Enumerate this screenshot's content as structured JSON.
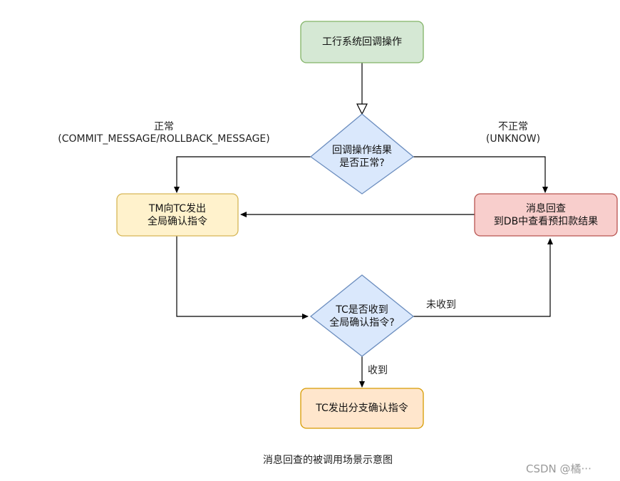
{
  "nodes": {
    "start": {
      "lines": [
        "工行系统回调操作"
      ],
      "fill": "#d5e8d4",
      "stroke": "#82b366"
    },
    "decision_result": {
      "lines": [
        "回调操作结果",
        "是否正常?"
      ],
      "fill": "#dae8fc",
      "stroke": "#6c8ebf"
    },
    "tm_to_tc": {
      "lines": [
        "TM向TC发出",
        "全局确认指令"
      ],
      "fill": "#fff2cc",
      "stroke": "#d6b656"
    },
    "query_db": {
      "lines": [
        "消息回查",
        "到DB中查看预扣款结果"
      ],
      "fill": "#f8cecc",
      "stroke": "#b85450"
    },
    "decision_tc": {
      "lines": [
        "TC是否收到",
        "全局确认指令?"
      ],
      "fill": "#dae8fc",
      "stroke": "#6c8ebf"
    },
    "branch_confirm": {
      "lines": [
        "TC发出分支确认指令"
      ],
      "fill": "#ffe6cc",
      "stroke": "#d79b00"
    }
  },
  "edge_labels": {
    "normal_line1": "正常",
    "normal_line2": "(COMMIT_MESSAGE/ROLLBACK_MESSAGE)",
    "abnormal_line1": "不正常",
    "abnormal_line2": "(UNKNOW)",
    "not_received": "未收到",
    "received": "收到"
  },
  "caption": "消息回查的被调用场景示意图",
  "watermark": "CSDN @橘···"
}
